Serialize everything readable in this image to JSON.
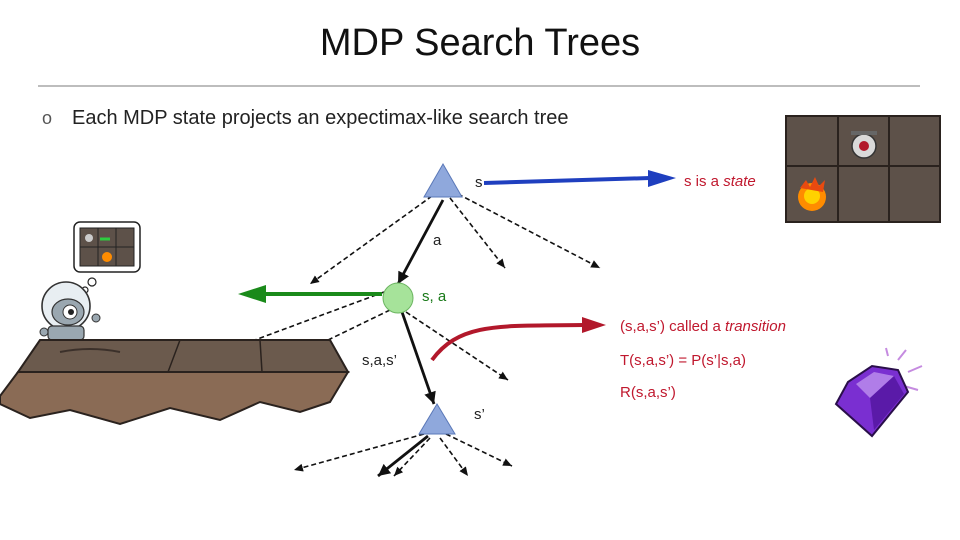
{
  "slide": {
    "title": "MDP Search Trees",
    "bullet": "Each MDP state projects an expectimax-like search tree"
  },
  "labels": {
    "state_node": "s",
    "action_edge": "a",
    "qstate_node": "s, a",
    "transition_edge": "s,a,s’",
    "next_state": "s’",
    "state_note_prefix": "s is a ",
    "state_note_italic": "state",
    "qstate_note_prefix": "(s,a,s’) called a ",
    "qstate_note_italic": "transition",
    "transition_prob": "T(s,a,s’) = P(s’|s,a)",
    "reward": "R(s,a,s’)"
  },
  "colors": {
    "state_node": "#8fa8dc",
    "qstate_node": "#a6e39a",
    "blue_arrow": "#1f3fbf",
    "green_arrow": "#1a8a1a",
    "red_arrow": "#b2182b",
    "text_green": "#1a7a1a",
    "text_red": "#c0182e"
  },
  "icons": [
    "robot-icon",
    "thought-bubble-icon",
    "gridworld-board-icon",
    "fire-icon",
    "gem-icon",
    "cliff-ground-icon"
  ]
}
